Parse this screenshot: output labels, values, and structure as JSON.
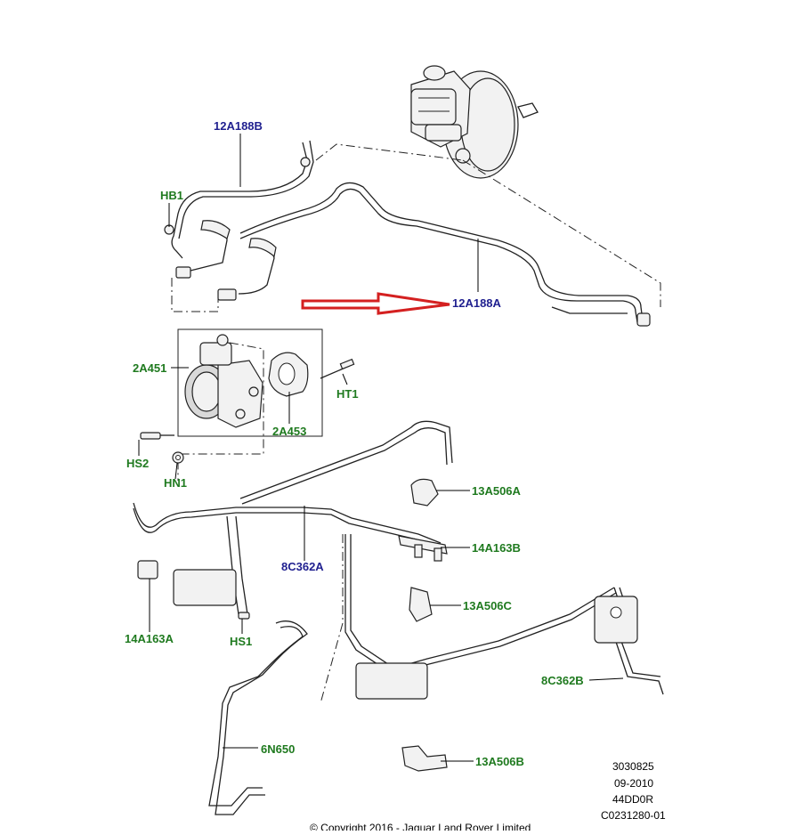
{
  "labels": {
    "p_12a188b": "12A188B",
    "p_hb1": "HB1",
    "p_12a188a": "12A188A",
    "p_2a451": "2A451",
    "p_ht1": "HT1",
    "p_2a453": "2A453",
    "p_hs2": "HS2",
    "p_hn1": "HN1",
    "p_13a506a": "13A506A",
    "p_8c362a": "8C362A",
    "p_14a163b": "14A163B",
    "p_13a506c": "13A506C",
    "p_14a163a": "14A163A",
    "p_hs1": "HS1",
    "p_8c362b": "8C362B",
    "p_6n650": "6N650",
    "p_13a506b": "13A506B"
  },
  "metadata": {
    "line1": "3030825",
    "line2": "09-2010",
    "line3": "44DD0R",
    "line4": "C0231280-01"
  },
  "copyright": "© Copyright 2016 - Jaguar Land Rover Limited",
  "colors": {
    "label_blue": "#1f1f8f",
    "label_green": "#1f7a1f",
    "arrow_red": "#d42020"
  }
}
